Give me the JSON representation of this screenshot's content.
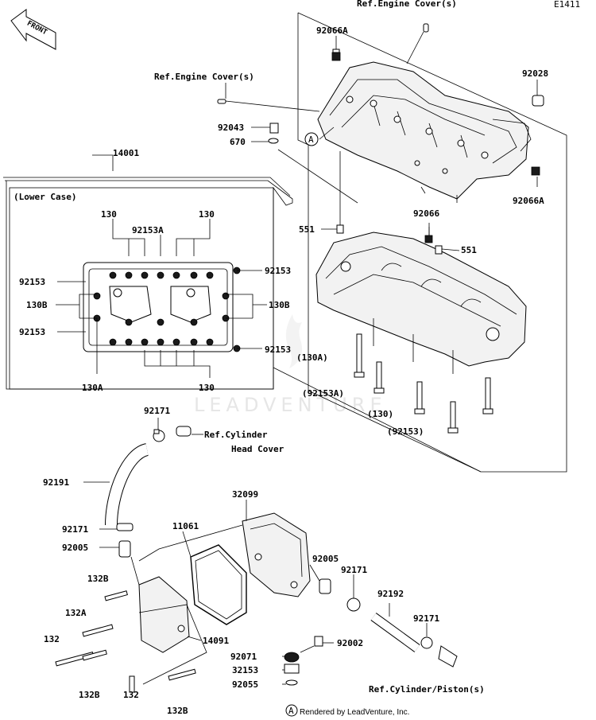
{
  "diagram": {
    "code": "E1411",
    "front_label": "FRONT",
    "watermark": "LEADVENTURE",
    "footer": "Rendered by LeadVenture, Inc.",
    "ref_marker": "A"
  },
  "labels": {
    "ref_engine_cover_top": "Ref.Engine Cover(s)",
    "ref_engine_cover_left": "Ref.Engine Cover(s)",
    "p92066a_top": "92066A",
    "p92028": "92028",
    "p92043": "92043",
    "p670": "670",
    "p14001": "14001",
    "lower_case": "(Lower Case)",
    "lc_130_tl": "130",
    "lc_130_tr": "130",
    "lc_92153a": "92153A",
    "lc_92153_tr": "92153",
    "lc_92153_l1": "92153",
    "lc_130b_l": "130B",
    "lc_130b_r": "130B",
    "lc_92153_l2": "92153",
    "lc_92153_br": "92153",
    "lc_130a": "130A",
    "lc_130_b": "130",
    "p92066a_r": "92066A",
    "p92066": "92066",
    "p551_l": "551",
    "p551_r": "551",
    "b_130a": "(130A)",
    "b_92153a": "(92153A)",
    "b_130": "(130)",
    "b_92153": "(92153)",
    "p92171_top": "92171",
    "ref_cyl_head_1": "Ref.Cylinder",
    "ref_cyl_head_2": "Head Cover",
    "p92191": "92191",
    "p32099": "32099",
    "p11061": "11061",
    "p92171_m": "92171",
    "p92005_l": "92005",
    "p92005_r": "92005",
    "p92171_r1": "92171",
    "p132b_1": "132B",
    "p92192": "92192",
    "p132a": "132A",
    "p92171_r2": "92171",
    "p132_l": "132",
    "p14091": "14091",
    "p92002": "92002",
    "p92071": "92071",
    "p32153": "32153",
    "p132b_2": "132B",
    "p132_b": "132",
    "p132b_3": "132B",
    "p92055": "92055",
    "ref_cyl_piston": "Ref.Cylinder/Piston(s)"
  }
}
